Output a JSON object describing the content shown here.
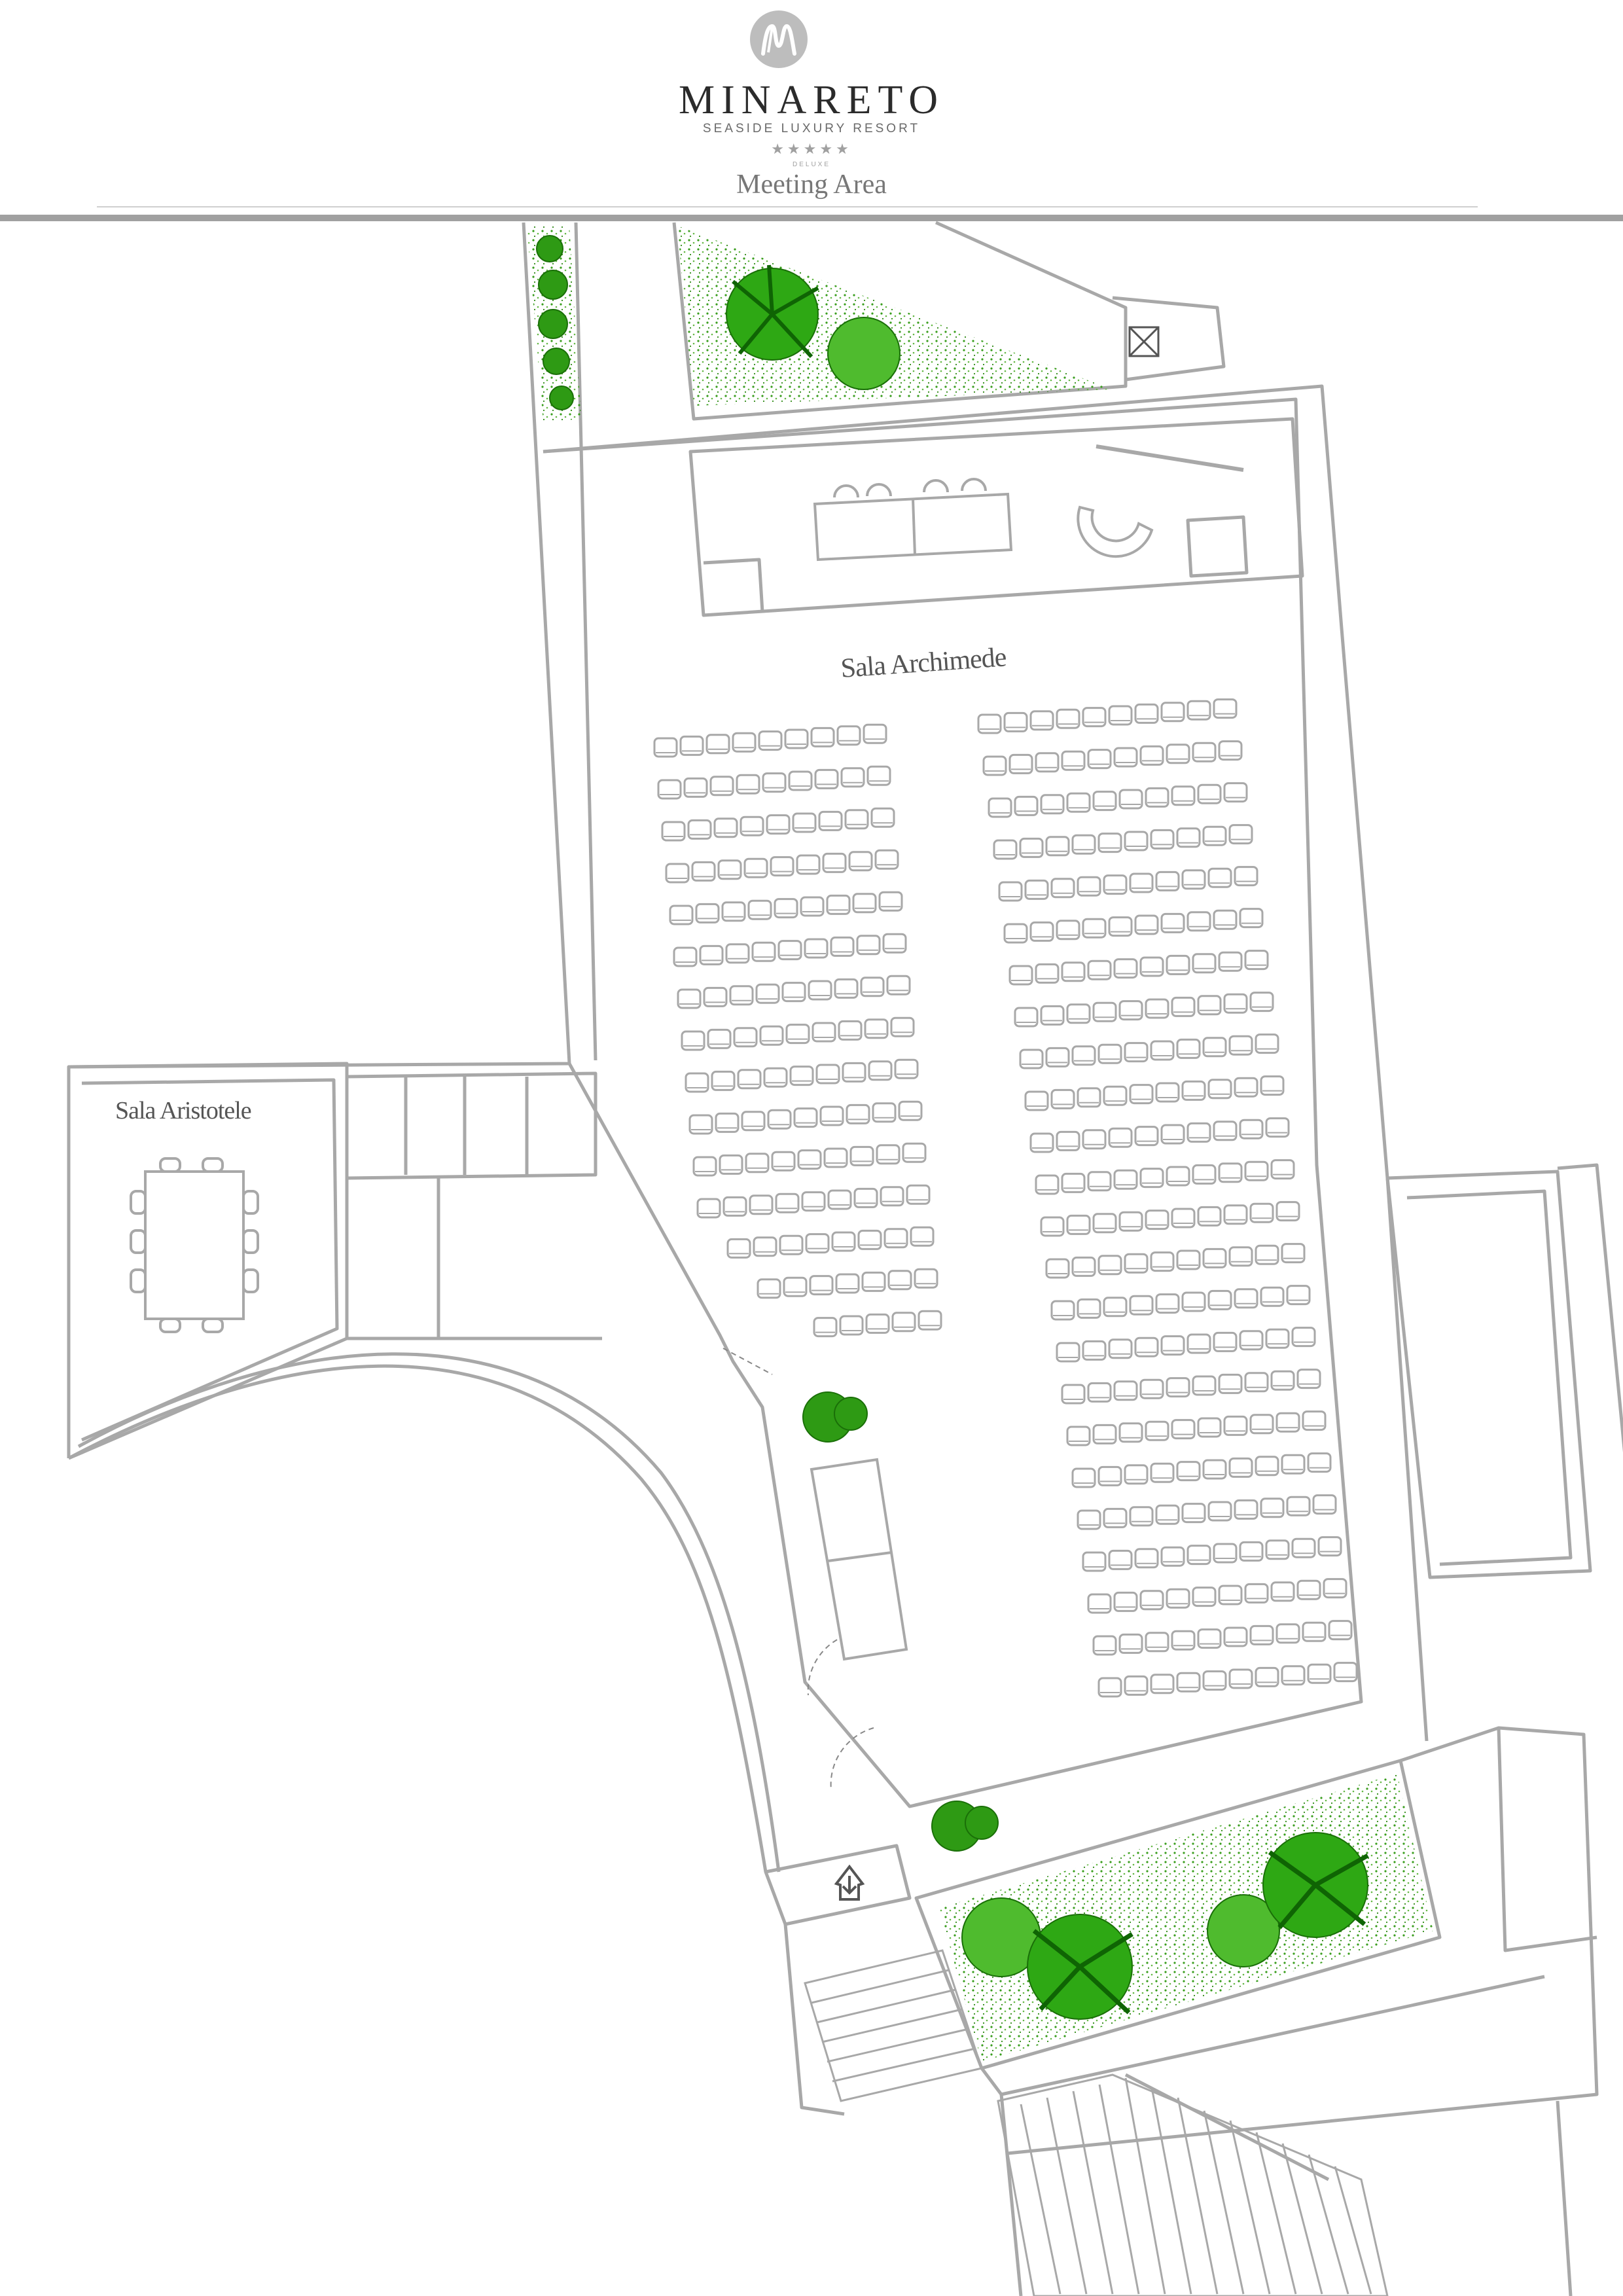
{
  "header": {
    "brand_name": "MINARETO",
    "brand_tagline": "SEASIDE LUXURY RESORT",
    "stars": "★★★★★",
    "classification": "DELUXE",
    "page_subtitle": "Meeting Area"
  },
  "rooms": {
    "archimede": {
      "label": "Sala Archimede"
    },
    "aristotele": {
      "label": "Sala Aristotele"
    }
  },
  "colors": {
    "wall": "#a8a8a8",
    "rule": "#a0a0a0",
    "vegetation": "#3a9e1e",
    "foliage_dark": "#1f8a0c",
    "text": "#555555"
  },
  "icons": {
    "logo": "monogram-m-icon",
    "entrance": "house-arrow-icon",
    "lift": "lift-box-icon"
  }
}
